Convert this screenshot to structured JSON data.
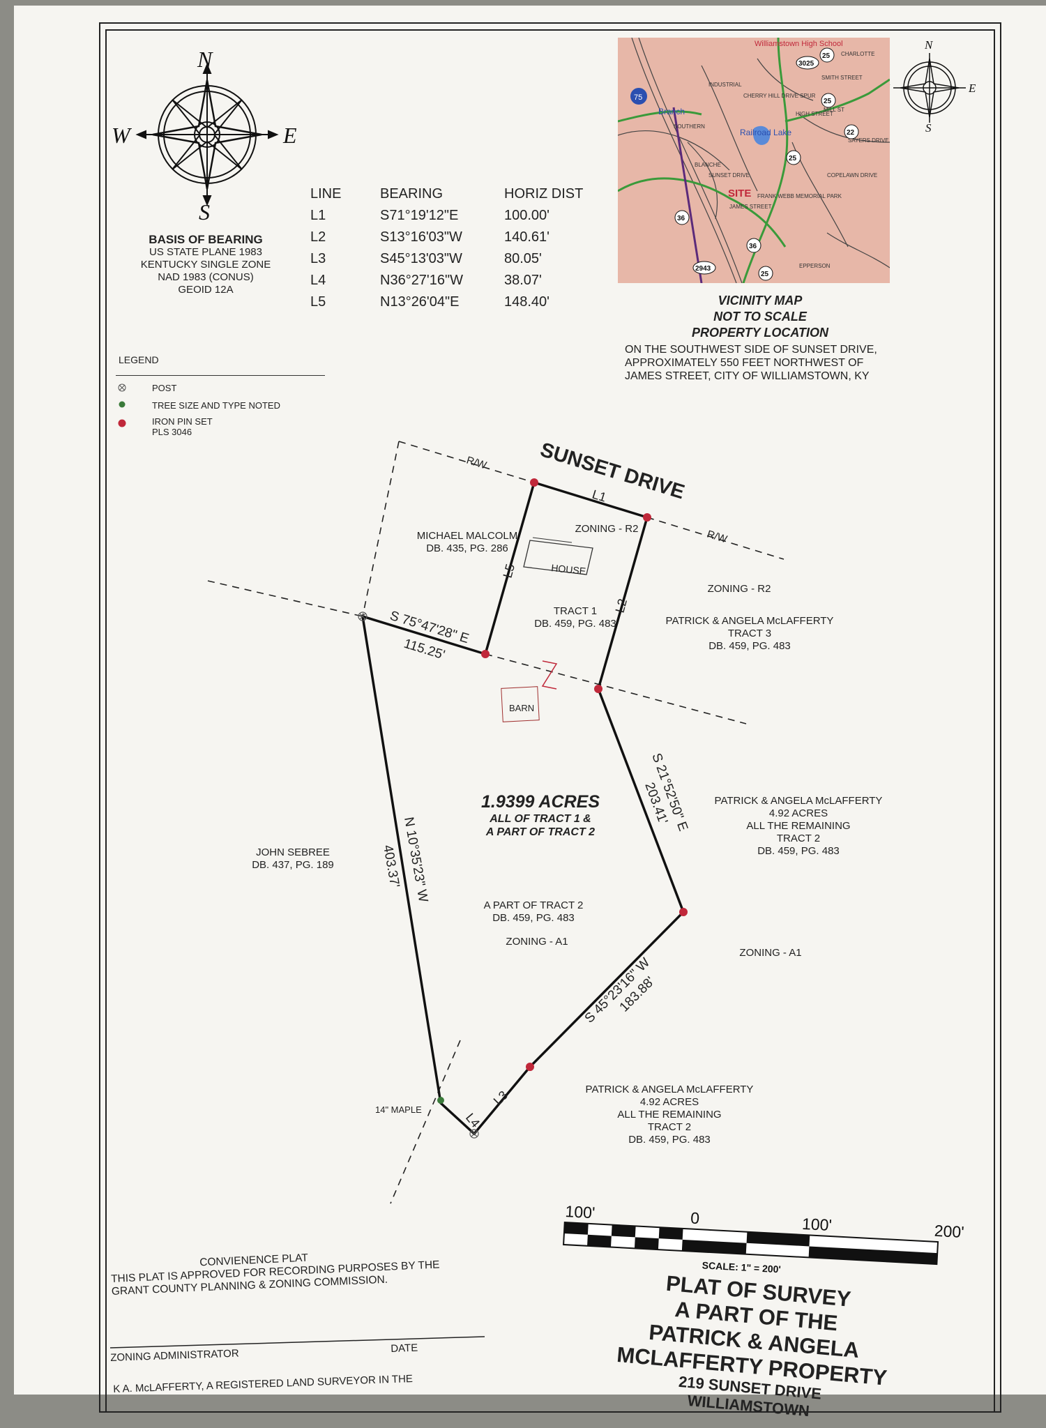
{
  "compass_labels": {
    "n": "N",
    "s": "S",
    "e": "E",
    "w": "W"
  },
  "basis_of_bearing": {
    "title": "BASIS OF BEARING",
    "lines": [
      "US STATE PLANE 1983",
      "KENTUCKY SINGLE ZONE",
      "NAD 1983 (CONUS)",
      "GEOID 12A"
    ]
  },
  "line_table": {
    "headers": [
      "LINE",
      "BEARING",
      "HORIZ DIST"
    ],
    "rows": [
      [
        "L1",
        "S71°19'12\"E",
        "100.00'"
      ],
      [
        "L2",
        "S13°16'03\"W",
        "140.61'"
      ],
      [
        "L3",
        "S45°13'03\"W",
        "80.05'"
      ],
      [
        "L4",
        "N36°27'16\"W",
        "38.07'"
      ],
      [
        "L5",
        "N13°26'04\"E",
        "148.40'"
      ]
    ]
  },
  "vicinity_map": {
    "title_lines": [
      "VICINITY MAP",
      "NOT TO SCALE",
      "PROPERTY LOCATION"
    ],
    "description_lines": [
      "ON THE SOUTHWEST SIDE OF SUNSET DRIVE,",
      "APPROXIMATELY 550 FEET NORTHWEST OF",
      "JAMES STREET, CITY OF WILLIAMSTOWN, KY"
    ],
    "labels": {
      "school": "Williamstown High School",
      "lake": "Railroad Lake",
      "branch": "Branch",
      "site": "SITE",
      "i75": "75",
      "r25": "25",
      "r3025": "3025",
      "r22": "22",
      "r36": "36",
      "r2943": "2943",
      "sunset": "SUNSET DRIVE",
      "james": "JAMES STREET",
      "cherry": "CHERRY HILL DRIVE SPUR",
      "mill": "MILL ST",
      "high": "HIGH STREET",
      "frank": "FRANK WEBB MEMORIAL PARK",
      "epperson": "EPPERSON",
      "southern": "SOUTHERN",
      "blanche": "BLANCHE",
      "industrial": "INDUSTRIAL",
      "smith": "SMITH STREET",
      "charlotte": "CHARLOTTE",
      "sayers": "SAYERS DRIVE",
      "copelawn": "COPELAWN DRIVE"
    }
  },
  "legend": {
    "title": "LEGEND",
    "items": [
      {
        "label": "POST"
      },
      {
        "label": "TREE SIZE AND TYPE NOTED",
        "color": "#3a7a3a"
      },
      {
        "label": "IRON PIN SET",
        "label2": "PLS 3046",
        "color": "#c0283a"
      }
    ]
  },
  "plat": {
    "road": "SUNSET DRIVE",
    "rw": "R/W",
    "line_labels": {
      "l1": "L1",
      "l2": "L2",
      "l3": "L3",
      "l4": "L4",
      "l5": "L5"
    },
    "calls": {
      "north_line_bearing": "S 75°47'28\" E",
      "north_line_dist": "115.25'",
      "west_bearing": "N 10°35'23\" W",
      "west_dist": "403.37'",
      "east_bearing": "S 21°52'50\" E",
      "east_dist": "203.41'",
      "south_bearing": "S 45°23'16\" W",
      "south_dist": "183.88'"
    },
    "zoning_r2": "ZONING - R2",
    "zoning_a1": "ZONING - A1",
    "house": "HOUSE",
    "barn": "BARN",
    "tract1": [
      "TRACT 1",
      "DB. 459, PG. 483"
    ],
    "malcolm": [
      "MICHAEL MALCOLM",
      "DB. 435, PG. 286"
    ],
    "tract3": [
      "PATRICK & ANGELA McLAFFERTY",
      "TRACT 3",
      "DB. 459, PG. 483"
    ],
    "acres": "1.9399 ACRES",
    "acres_sub": [
      "ALL OF TRACT 1 &",
      "A PART OF TRACT 2"
    ],
    "part_tract2": [
      "A PART OF TRACT 2",
      "DB. 459, PG. 483"
    ],
    "sebree": [
      "JOHN SEBREE",
      "DB. 437, PG. 189"
    ],
    "remaining_east": [
      "PATRICK & ANGELA McLAFFERTY",
      "4.92 ACRES",
      "ALL THE REMAINING",
      "TRACT 2",
      "DB. 459, PG. 483"
    ],
    "remaining_south": [
      "PATRICK & ANGELA McLAFFERTY",
      "4.92 ACRES",
      "ALL THE REMAINING",
      "TRACT 2",
      "DB. 459, PG. 483"
    ],
    "maple": "14\" MAPLE"
  },
  "scale": {
    "labels": [
      "100'",
      "0",
      "100'",
      "200'"
    ],
    "text": "SCALE: 1\" = 200'"
  },
  "convenience": {
    "title": "CONVIENENCE PLAT",
    "line1": "THIS PLAT IS APPROVED FOR RECORDING PURPOSES BY  THE",
    "line2": "GRANT COUNTY PLANNING & ZONING COMMISSION."
  },
  "signature": {
    "left": "ZONING ADMINISTRATOR",
    "right": "DATE"
  },
  "title_block": [
    "PLAT OF SURVEY",
    "A PART OF THE",
    "PATRICK & ANGELA",
    "MCLAFFERTY PROPERTY",
    "219 SUNSET DRIVE",
    "WILLIAMSTOWN"
  ],
  "certification_partial": "K A. McLAFFERTY, A REGISTERED LAND SURVEYOR IN THE"
}
